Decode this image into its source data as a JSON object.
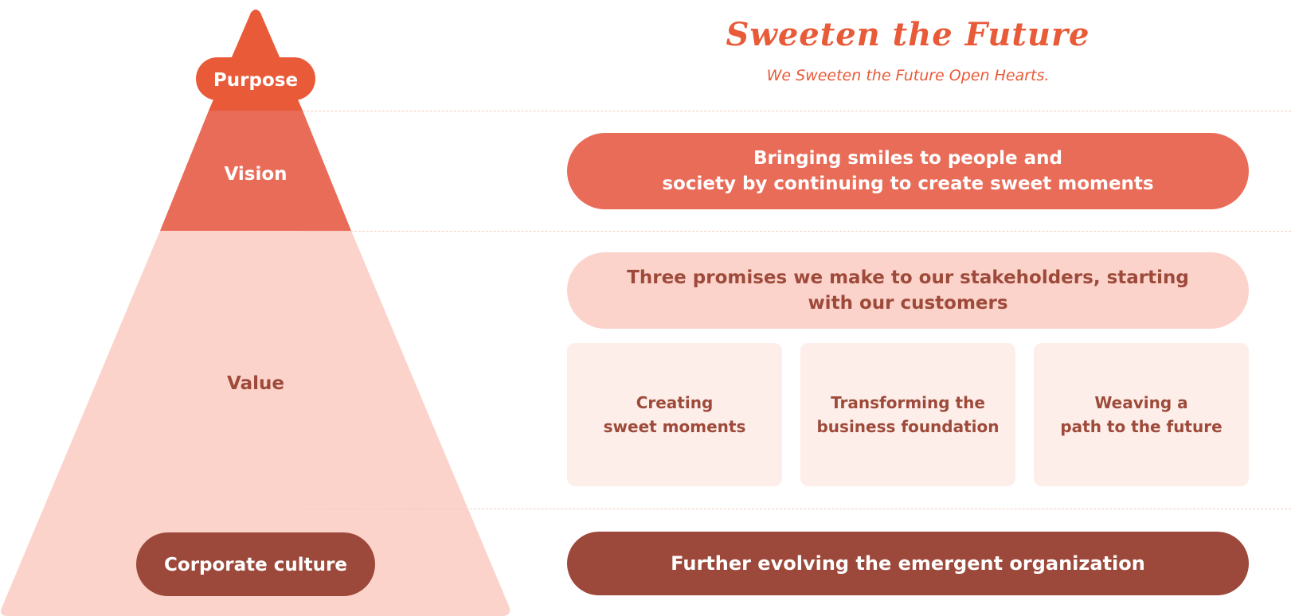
{
  "header": {
    "title": "Sweeten the Future",
    "subtitle": "We Sweeten the Future Open Hearts."
  },
  "pyramid": {
    "purpose_label": "Purpose",
    "vision_label": "Vision",
    "value_label": "Value",
    "culture_label": "Corporate culture"
  },
  "vision": {
    "line1": "Bringing smiles to people and",
    "line2": "society by continuing to create sweet moments"
  },
  "value": {
    "line1": "Three promises we make to our stakeholders, starting",
    "line2": "with our customers",
    "promises": [
      {
        "line1": "Creating",
        "line2": "sweet moments"
      },
      {
        "line1": "Transforming the",
        "line2": "business foundation"
      },
      {
        "line1": "Weaving a",
        "line2": "path to the future"
      }
    ]
  },
  "culture": {
    "text": "Further evolving the emergent organization"
  },
  "colors": {
    "purpose": "#e85a38",
    "vision": "#e96c58",
    "value": "#fbd3cb",
    "culture": "#9c483a",
    "value_text": "#9e4a3a",
    "card": "#fdeeea"
  }
}
